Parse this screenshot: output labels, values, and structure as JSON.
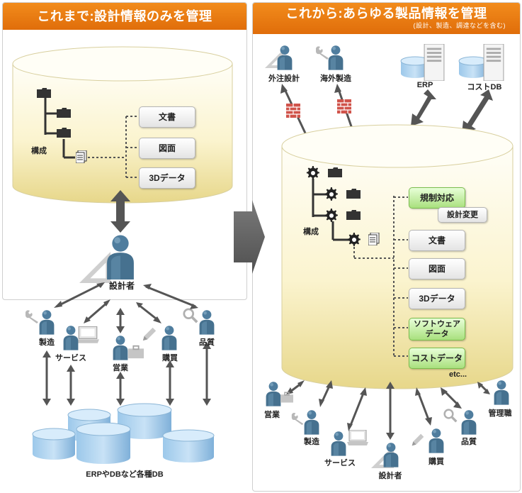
{
  "left": {
    "header": "これまで:設計情報のみを管理",
    "tree_label": "構成",
    "boxes": [
      "文書",
      "図面",
      "3Dデータ"
    ],
    "designer": "設計者",
    "people": [
      "製造",
      "サービス",
      "営業",
      "購買",
      "品質"
    ],
    "db_label": "ERPやDBなど各種DB"
  },
  "right": {
    "header": "これから:あらゆる製品情報を管理",
    "header_sub": "(設計、製造、調達などを含む)",
    "top_people": [
      "外注設計",
      "海外製造"
    ],
    "servers": [
      "ERP",
      "コストDB"
    ],
    "tree_label": "構成",
    "boxes": [
      "規制対応",
      "設計変更",
      "文書",
      "図面",
      "3Dデータ",
      "ソフトウェア\nデータ",
      "コストデータ"
    ],
    "etc": "etc...",
    "people": [
      "営業",
      "製造",
      "サービス",
      "設計者",
      "購買",
      "品質",
      "管理職"
    ]
  },
  "colors": {
    "header_orange": "#ee8116",
    "cylinder_light": "#fffef0",
    "cylinder_dark": "#e9da8e",
    "person_blue": "#4a7797",
    "db_blue": "#7fb3de",
    "arrow_gray": "#595959",
    "green_box": "#a9e07e"
  }
}
